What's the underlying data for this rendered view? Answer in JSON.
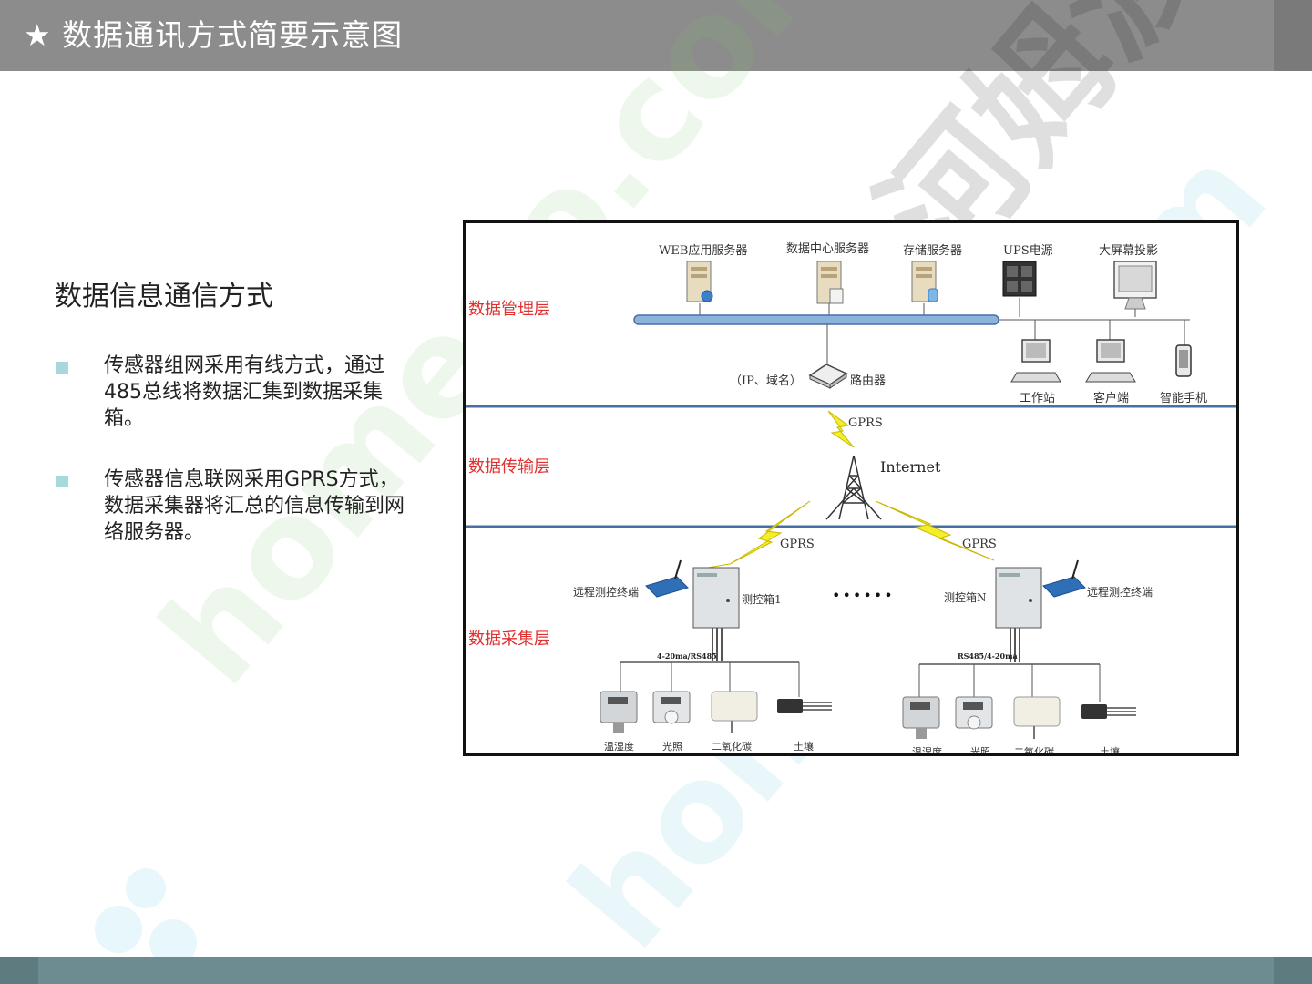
{
  "title": "★ 数据通讯方式简要示意图",
  "heading": "数据信息通信方式",
  "bullets": [
    "传感器组网采用有线方式，通过485总线将数据汇集到数据采集箱。",
    "传感器信息联网采用GPRS方式，数据采集器将汇总的信息传输到网络服务器。"
  ],
  "watermark_text": "homedo.com",
  "watermark_cn": "河姆渡",
  "diagram": {
    "layers": {
      "management": "数据管理层",
      "transport": "数据传输层",
      "collection": "数据采集层"
    },
    "servers": {
      "web": "WEB应用服务器",
      "datacenter": "数据中心服务器",
      "storage": "存储服务器",
      "ups": "UPS电源",
      "projector": "大屏幕投影"
    },
    "router_note": "（IP、域名）",
    "router": "路由器",
    "clients": {
      "workstation": "工作站",
      "client": "客户端",
      "phone": "智能手机"
    },
    "gprs": "GPRS",
    "internet": "Internet",
    "remote_terminal": "远程测控终端",
    "box1": "测控箱1",
    "boxN": "测控箱N",
    "dots": "••••••",
    "bus1": "4-20ma/RS485",
    "bus2": "RS485/4-20ma",
    "sensors": {
      "temp": "温湿度",
      "light": "光照",
      "co2": "二氧化碳",
      "soil": "土壤"
    }
  },
  "colors": {
    "title_bar": "#8c8c8c",
    "layer_label": "#e03030",
    "layer_line": "#4a6fa5",
    "bullet": "#a6d8dc",
    "footer": "#6d8c91"
  }
}
